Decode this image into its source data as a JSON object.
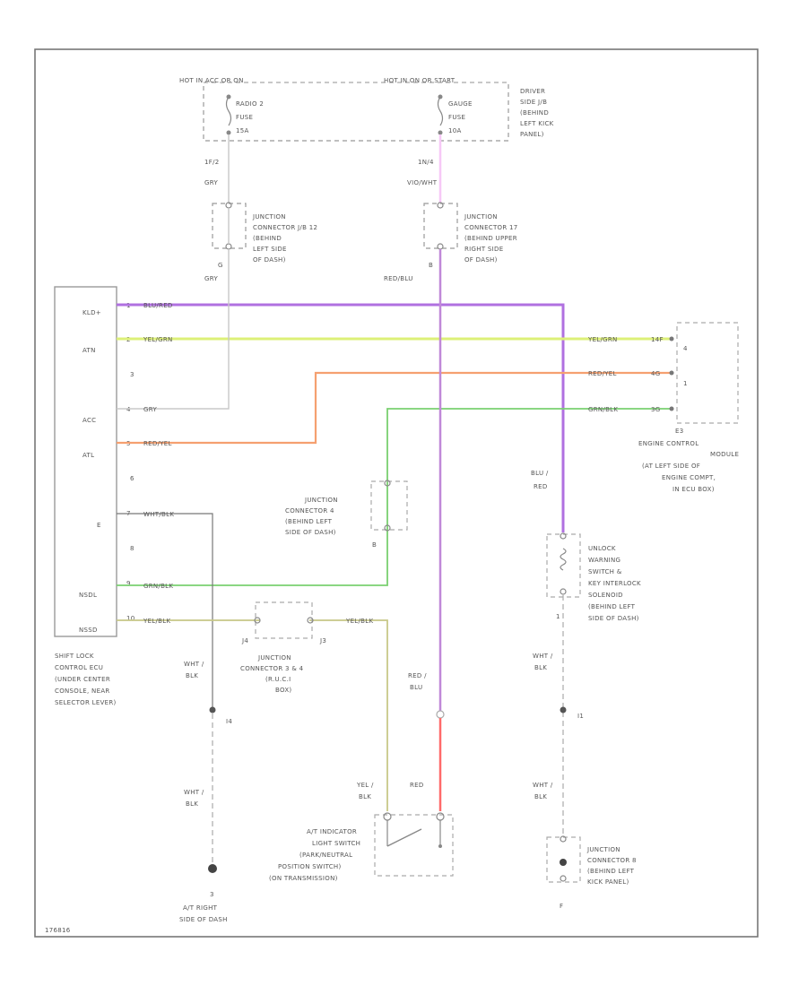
{
  "power": {
    "left_bus": "HOT IN ACC OR ON",
    "right_bus": "HOT IN ON OR START",
    "fuse_left": [
      "RADIO 2",
      "FUSE",
      "15A"
    ],
    "fuse_right": [
      "GAUGE",
      "FUSE",
      "10A"
    ],
    "jb_note": [
      "DRIVER",
      "SIDE J/B",
      "(BEHIND",
      "LEFT KICK",
      "PANEL)"
    ],
    "pin_left": "1F/2",
    "pin_right": "1N/4"
  },
  "wires": {
    "gry": "GRY",
    "vio_wht": "VIO/WHT",
    "red_blu": "RED/BLU",
    "blu_red": "BLU/RED",
    "yel_grn": "YEL/GRN",
    "red_yel": "RED/YEL",
    "grn_blk": "GRN/BLK",
    "wht_blk": "WHT/BLK",
    "yel_blk": "YEL/BLK",
    "blu_red_split": [
      "BLU /",
      "RED"
    ],
    "wht_blk_split": [
      "WHT /",
      "BLK"
    ],
    "red_blu_split": [
      "RED /",
      "BLU"
    ],
    "yel_blk_split": [
      "YEL /",
      "BLK"
    ],
    "red": "RED"
  },
  "junctions": {
    "j12": [
      "JUNCTION",
      "CONNECTOR J/B 12",
      "(BEHIND",
      "LEFT SIDE",
      "OF DASH)"
    ],
    "j12_pin": "G",
    "j17": [
      "JUNCTION",
      "CONNECTOR 17",
      "(BEHIND UPPER",
      "RIGHT SIDE",
      "OF DASH)"
    ],
    "j17_pin": "B",
    "j4": [
      "JUNCTION",
      "CONNECTOR 4",
      "(BEHIND LEFT",
      "SIDE OF DASH)"
    ],
    "j4_pin": "B",
    "j34": [
      "JUNCTION",
      "CONNECTOR 3 & 4",
      "(R.U.C.I",
      "BOX)"
    ],
    "j34_pins": [
      "J4",
      "J3"
    ],
    "j8": [
      "JUNCTION",
      "CONNECTOR 8",
      "(BEHIND LEFT",
      "KICK PANEL)"
    ],
    "j8_pin": "F"
  },
  "ecu": {
    "pins": [
      "KLD+",
      "ATN",
      "3",
      "ACC",
      "ATL",
      "6",
      "E",
      "8",
      "NSDL",
      "NSSD"
    ],
    "pin_nums": [
      "1",
      "2",
      "3",
      "4",
      "5",
      "6",
      "7",
      "8",
      "9",
      "10"
    ],
    "label": [
      "SHIFT LOCK",
      "CONTROL ECU",
      "(UNDER CENTER",
      "CONSOLE, NEAR",
      "SELECTOR LEVER)"
    ]
  },
  "ecm": {
    "pins": [
      "4",
      "1"
    ],
    "pin_marks": [
      "14F",
      "4G",
      "3G"
    ],
    "id": "E3",
    "label": [
      "ENGINE CONTROL",
      "MODULE",
      "(AT LEFT SIDE OF",
      "ENGINE COMPT,",
      "IN ECU BOX)"
    ]
  },
  "solenoid": {
    "label": [
      "UNLOCK",
      "WARNING",
      "SWITCH &",
      "KEY INTERLOCK",
      "SOLENOID",
      "(BEHIND LEFT",
      "SIDE OF DASH)"
    ],
    "pin": "1"
  },
  "switch": {
    "label": [
      "A/T INDICATOR",
      "LIGHT SWITCH",
      "(PARK/NEUTRAL",
      "POSITION SWITCH)",
      "(ON TRANSMISSION)"
    ]
  },
  "grounds": {
    "g1_pin": "I4",
    "g1_label": [
      "A/T RIGHT",
      "SIDE OF DASH"
    ],
    "g1_id": "3",
    "g2_pin": "I1"
  },
  "footer_code": "176816"
}
